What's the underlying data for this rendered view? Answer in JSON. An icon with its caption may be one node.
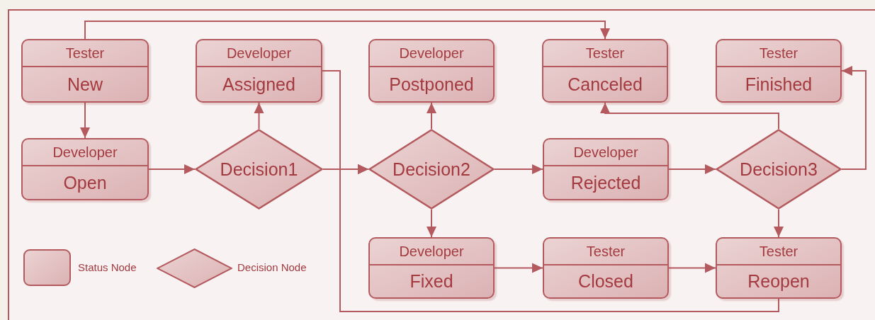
{
  "diagram": {
    "nodes": [
      {
        "text": [
          "Tester",
          "New"
        ]
      },
      {
        "text": [
          "Developer",
          "Assigned"
        ]
      },
      {
        "text": [
          "Developer",
          "Postponed"
        ]
      },
      {
        "text": [
          "Tester",
          "Canceled"
        ]
      },
      {
        "text": [
          "Tester",
          "Finished"
        ]
      },
      {
        "text": [
          "Developer",
          "Open"
        ]
      },
      {
        "text": [
          "Decision1"
        ]
      },
      {
        "text": [
          "Decision2"
        ]
      },
      {
        "text": [
          "Developer",
          "Rejected"
        ]
      },
      {
        "text": [
          "Decision3"
        ]
      },
      {
        "text": [
          "Developer",
          "Fixed"
        ]
      },
      {
        "text": [
          "Tester",
          "Closed"
        ]
      },
      {
        "text": [
          "Tester",
          "Reopen"
        ]
      }
    ],
    "edges": [
      {
        "from": 0,
        "to": 5,
        "arrow": "to"
      },
      {
        "from": 0,
        "to": 3,
        "arrow": "to"
      },
      {
        "from": 5,
        "to": 6,
        "arrow": "to"
      },
      {
        "from": 6,
        "to": 1,
        "arrow": "to"
      },
      {
        "from": 6,
        "to": 7,
        "arrow": "to"
      },
      {
        "from": 1,
        "to": 7,
        "arrow": "to"
      },
      {
        "from": 12,
        "to": 7,
        "arrow": "to"
      },
      {
        "from": 7,
        "to": 2,
        "arrow": "to"
      },
      {
        "from": 7,
        "to": 8,
        "arrow": "to"
      },
      {
        "from": 7,
        "to": 10,
        "arrow": "to"
      },
      {
        "from": 8,
        "to": 9,
        "arrow": "to"
      },
      {
        "from": 9,
        "to": 3,
        "arrow": "to"
      },
      {
        "from": 9,
        "to": 4,
        "arrow": "to"
      },
      {
        "from": 9,
        "to": 12,
        "arrow": "to"
      },
      {
        "from": 10,
        "to": 11,
        "arrow": "to"
      },
      {
        "from": 11,
        "to": 12,
        "arrow": "to"
      }
    ],
    "legend": [
      {
        "text": "Status Node"
      },
      {
        "text": "Decision Node"
      }
    ]
  }
}
